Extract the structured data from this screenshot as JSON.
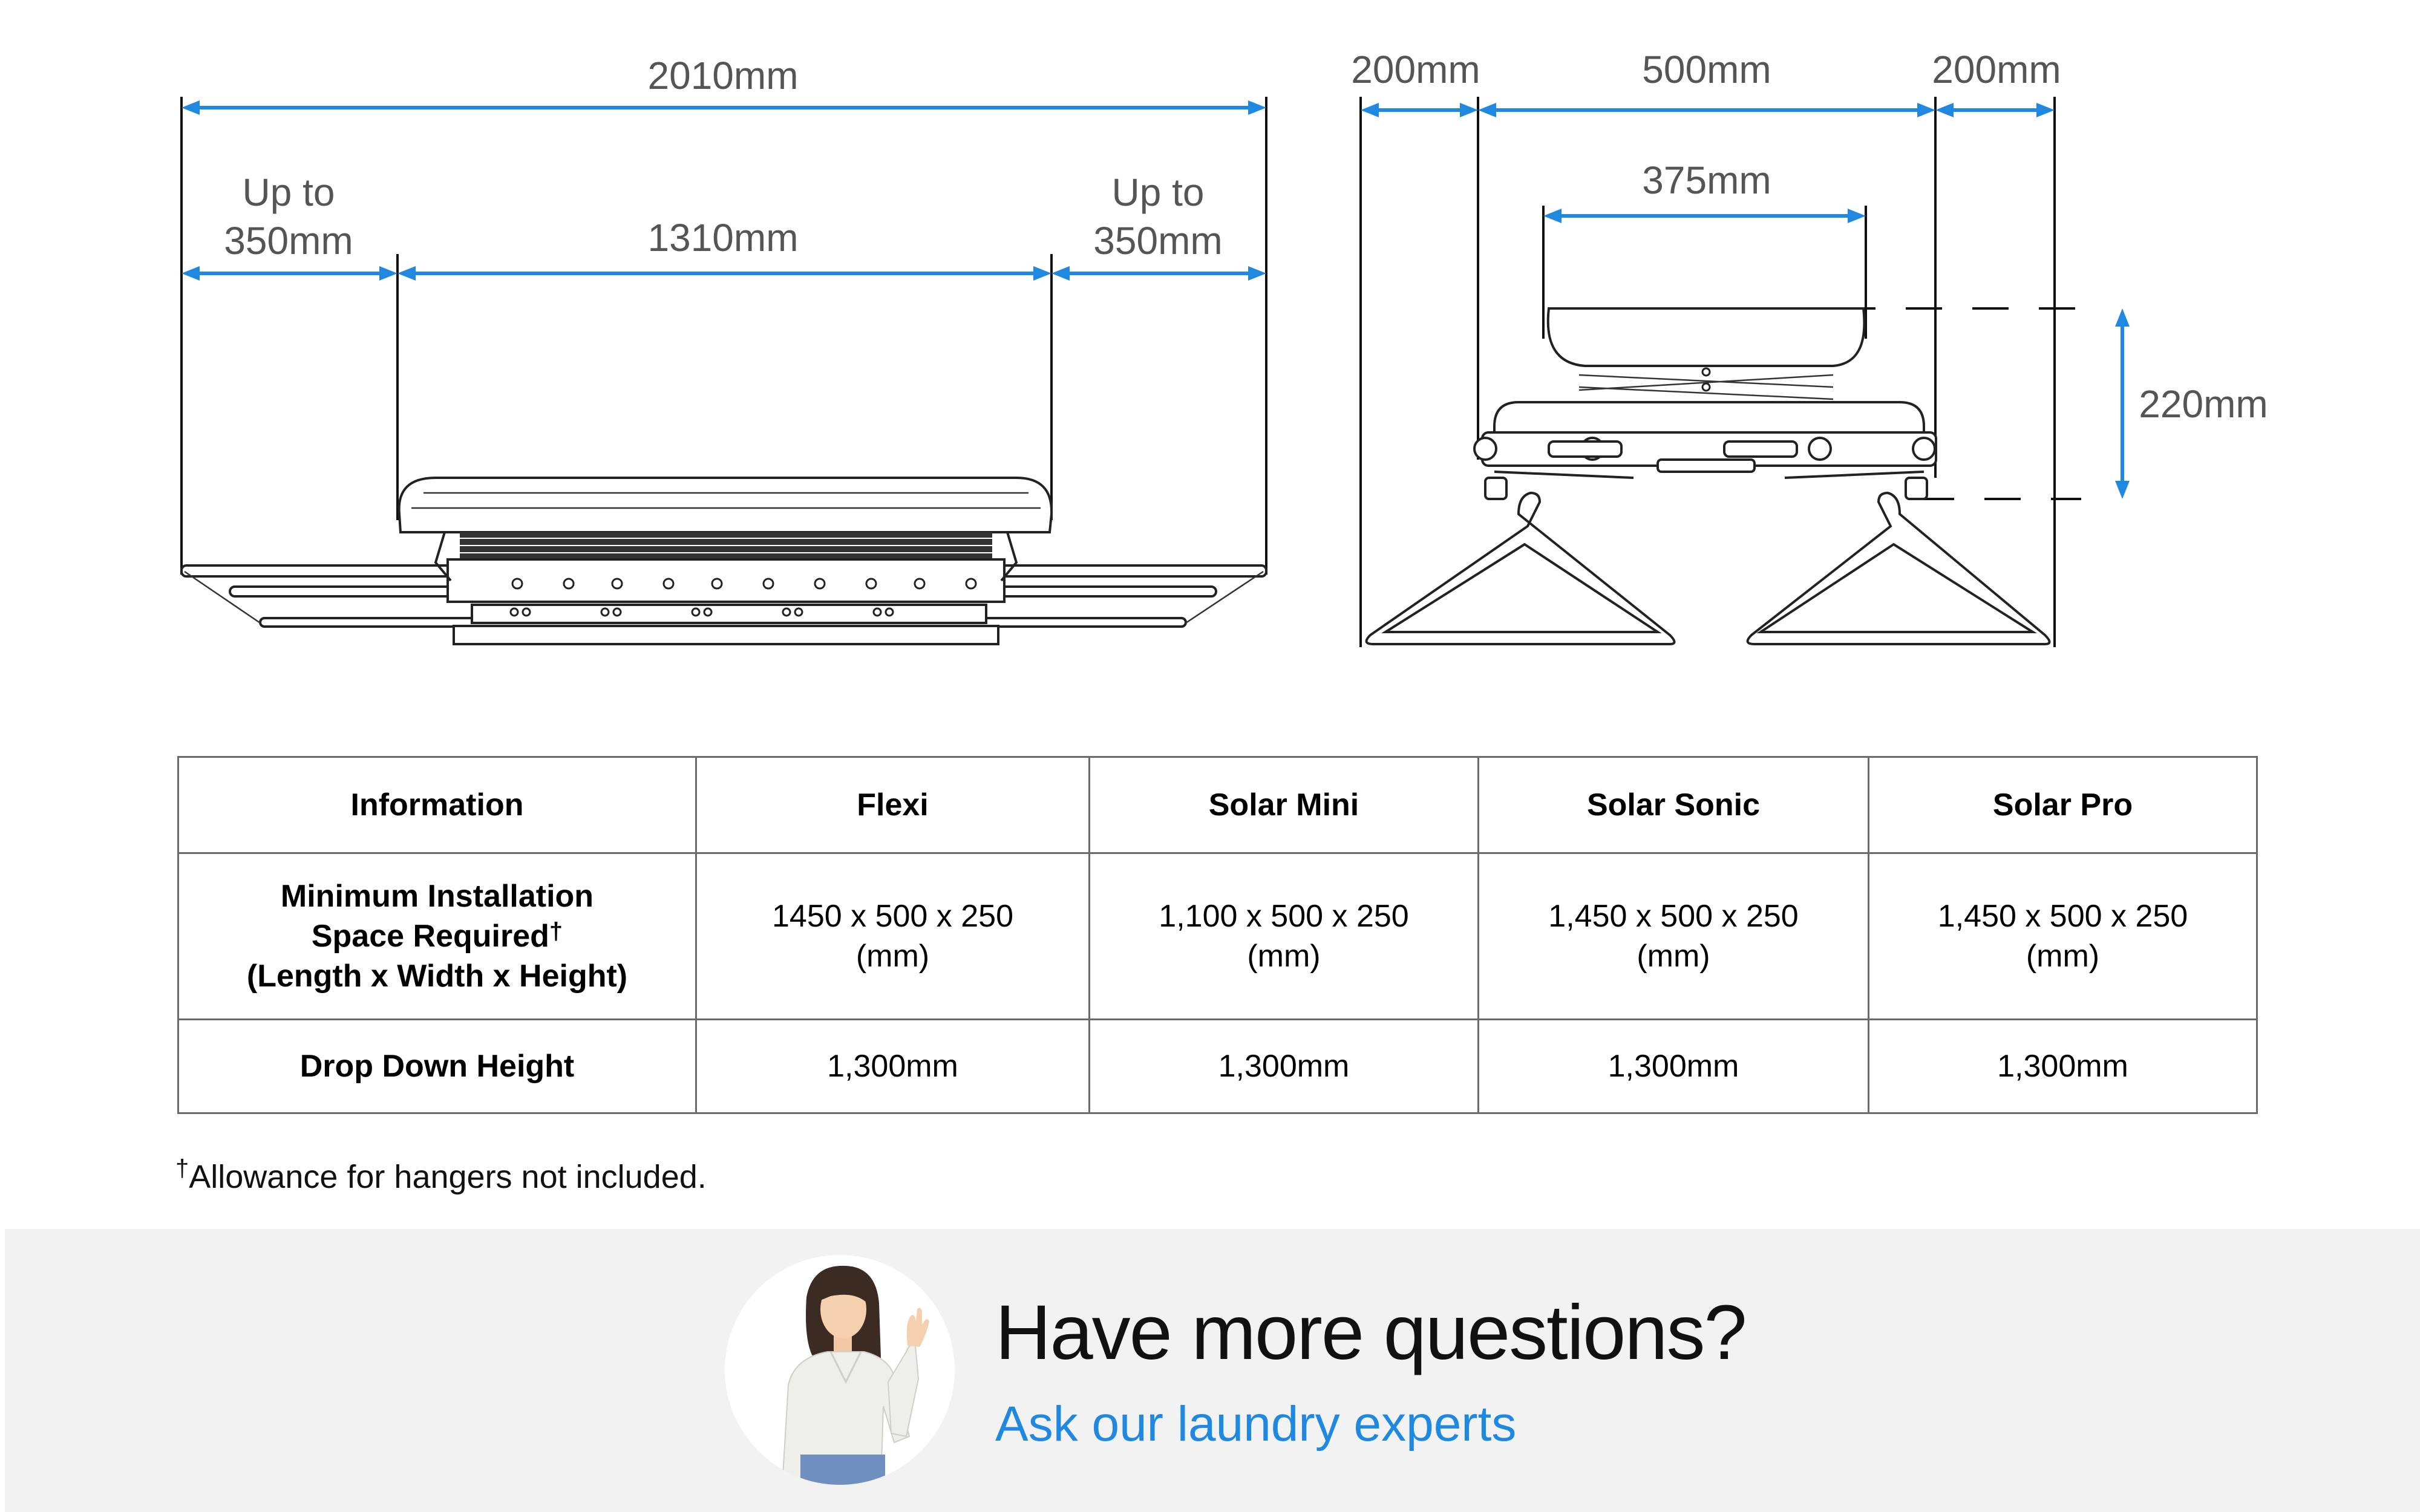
{
  "left_diagram": {
    "overall": "2010mm",
    "left_ext_line1": "Up to",
    "left_ext_line2": "350mm",
    "center": "1310mm",
    "right_ext_line1": "Up to",
    "right_ext_line2": "350mm"
  },
  "right_diagram": {
    "left_side": "200mm",
    "center": "500mm",
    "right_side": "200mm",
    "inner": "375mm",
    "height": "220mm"
  },
  "table": {
    "headers": [
      "Information",
      "Flexi",
      "Solar Mini",
      "Solar Sonic",
      "Solar Pro"
    ],
    "row1_head_line1": "Minimum Installation",
    "row1_head_line2": "Space Required",
    "row1_head_sup": "†",
    "row1_head_line3": "(Length x Width x Height)",
    "row1_values": [
      "1450 x 500 x 250\n(mm)",
      "1,100 x 500 x 250\n(mm)",
      "1,450 x 500 x 250\n(mm)",
      "1,450 x 500 x 250\n(mm)"
    ],
    "row2_head": "Drop Down Height",
    "row2_values": [
      "1,300mm",
      "1,300mm",
      "1,300mm",
      "1,300mm"
    ]
  },
  "footnote": {
    "mark": "†",
    "text": "Allowance for hangers not included."
  },
  "cta": {
    "title": "Have more questions?",
    "link": "Ask our laundry experts",
    "link_color": "#1f88e0",
    "avatar_icon": "woman-waving-illustration"
  },
  "colors": {
    "dimension": "#1f88e0",
    "cta_background": "#f2f2f2"
  }
}
